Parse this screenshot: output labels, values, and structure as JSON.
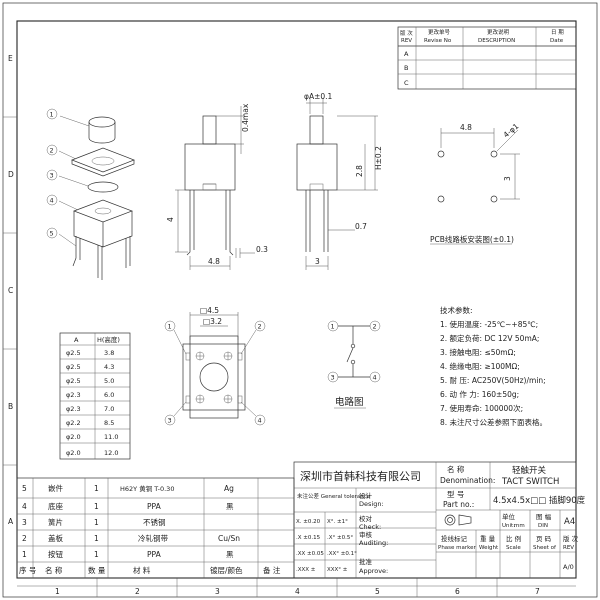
{
  "border": {
    "cols": [
      "1",
      "2",
      "3",
      "4",
      "5",
      "6",
      "7"
    ],
    "rows": [
      "E",
      "D",
      "C",
      "B",
      "A"
    ]
  },
  "revision": {
    "headers": [
      {
        "cn": "版 次",
        "en": "REV"
      },
      {
        "cn": "更改单号",
        "en": "Revise  No"
      },
      {
        "cn": "更改说明",
        "en": "DESCRIPTION"
      },
      {
        "cn": "日  期",
        "en": "Date"
      }
    ],
    "rows": [
      "A",
      "B",
      "C"
    ]
  },
  "dims": {
    "top_04max": "0.4max",
    "side_4": "4",
    "front_48": "4.8",
    "front_03": "0.3",
    "phi_a": "φA±0.1",
    "h_label": "H±0.2",
    "side_28": "2.8",
    "side_07": "0.7",
    "side_3": "3",
    "pcb_48": "4.8",
    "pcb_3": "3",
    "pcb_hole": "4-φ1",
    "sq45": "□4.5",
    "sq32": "□3.2"
  },
  "pcb_title": "PCB线路板安装图(±0.1)",
  "circuit_title": "电路图",
  "circuit_pins": [
    "1",
    "2",
    "3",
    "4"
  ],
  "pin_labels": [
    "1",
    "2",
    "3",
    "4"
  ],
  "exploded_labels": [
    "1",
    "2",
    "3",
    "4",
    "5"
  ],
  "height_table": {
    "header": [
      "A",
      "H(高度)"
    ],
    "rows": [
      [
        "φ2.5",
        "3.8"
      ],
      [
        "φ2.5",
        "4.3"
      ],
      [
        "φ2.5",
        "5.0"
      ],
      [
        "φ2.3",
        "6.0"
      ],
      [
        "φ2.3",
        "7.0"
      ],
      [
        "φ2.2",
        "8.5"
      ],
      [
        "φ2.0",
        "11.0"
      ],
      [
        "φ2.0",
        "12.0"
      ]
    ]
  },
  "tech": {
    "title": "技术参数:",
    "items": [
      "1. 使用温度: -25℃~+85℃;",
      "2. 额定负荷: DC 12V 50mA;",
      "3. 接触电阻: ≤50mΩ;",
      "4. 绝缘电阻: ≥100MΩ;",
      "5. 耐    压: AC250V(50Hz)/min;",
      "6. 动 作 力: 160±50g;",
      "7. 使用寿命: 100000次;",
      "8. 未注尺寸公差参照下面表格。"
    ]
  },
  "bom": {
    "rows": [
      [
        "5",
        "嵌件",
        "1",
        "H62Y 黄铜 T-0.30",
        "Ag",
        ""
      ],
      [
        "4",
        "底座",
        "1",
        "PPA",
        "黑",
        ""
      ],
      [
        "3",
        "簧片",
        "1",
        "不锈钢",
        "",
        ""
      ],
      [
        "2",
        "盖板",
        "1",
        "冷轧钢带",
        "Cu/Sn",
        ""
      ],
      [
        "1",
        "按钮",
        "1",
        "PPA",
        "黑",
        ""
      ]
    ],
    "header": [
      "序 号",
      "名  称",
      "数 量",
      "材    料",
      "镀层/颜色",
      "备 注"
    ]
  },
  "title_block": {
    "company": "深圳市首韩科技有限公司",
    "name_label_cn": "名     称",
    "name_label_en": "Denomination:",
    "name_cn": "轻触开关",
    "name_en": "TACT SWITCH",
    "model_label_cn": "型     号",
    "model_label_en": "Part no.:",
    "model": "4.5x4.5x□□ 插脚90度",
    "tol_label": "未注公差 General tolerance",
    "tol_rows": [
      [
        "X.   ±0.20",
        "X°.  ±1°"
      ],
      [
        ".X   ±0.15",
        ".X°  ±0.5°"
      ],
      [
        ".XX  ±0.05",
        ".XX° ±0.1°"
      ],
      [
        ".XXX ±",
        "XXX° ±"
      ]
    ],
    "design_cn": "设计",
    "design_en": "Design:",
    "check_cn": "校对",
    "check_en": "Check:",
    "audit_cn": "审核",
    "audit_en": "Auditing:",
    "approve_cn": "批准",
    "approve_en": "Approve:",
    "projection_cn": "投线标记",
    "projection_en": "Phase marker",
    "weight_cn": "重  量",
    "weight_en": "Weight",
    "scale_cn": "比  例",
    "scale_en": "Scale",
    "sheet_cn": "页  码",
    "sheet_en": "Sheet of",
    "rev_cn": "版 次",
    "rev_en": "REV",
    "unit_cn": "单位",
    "unit_en": "Unit:",
    "unit_val": "mm",
    "std_cn": "图  幅",
    "std_val": "DIN",
    "paper": "A4",
    "revision": "A/0"
  }
}
